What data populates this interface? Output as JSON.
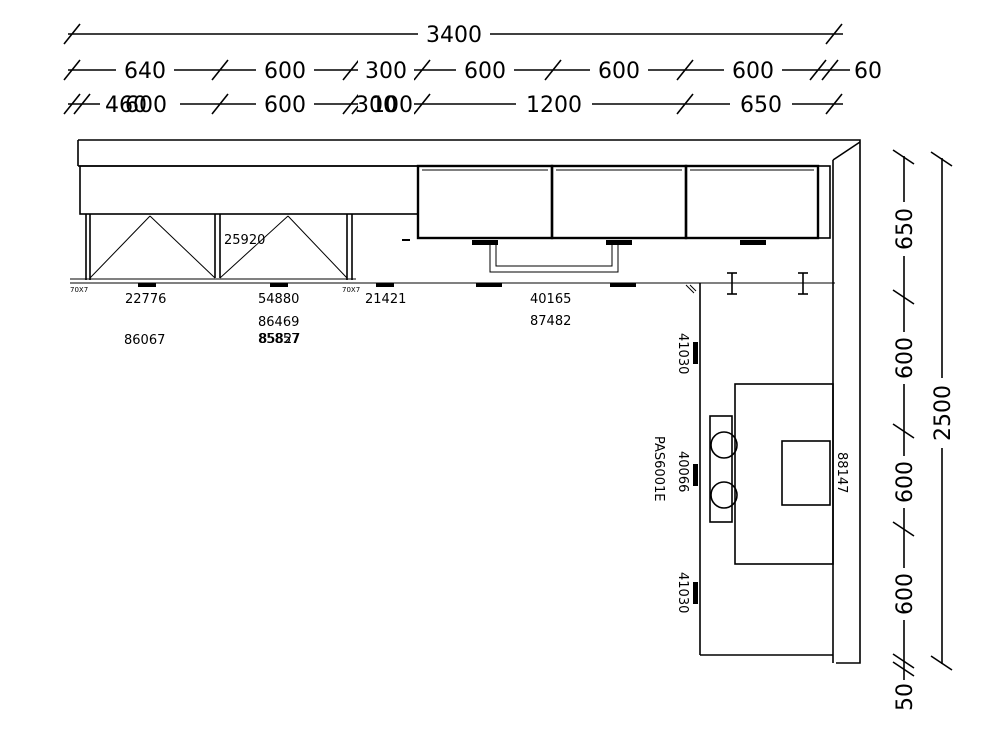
{
  "plan": {
    "top_dims": {
      "total": "3400",
      "row2": [
        "640",
        "600",
        "300",
        "600",
        "600",
        "600",
        "60"
      ],
      "row3_a": "460",
      "row3_b": "600",
      "row3": [
        "600",
        "300",
        "100",
        "1200",
        "650"
      ]
    },
    "right_dims": {
      "total": "2500",
      "segments": [
        "650",
        "600",
        "600",
        "600",
        "50"
      ]
    },
    "codes": {
      "c25920": "25920",
      "c22776": "22776",
      "c54880": "54880",
      "c86469": "86469",
      "c85857": "85857",
      "c85827": "85827",
      "c86067": "86067",
      "c21421": "21421",
      "c40165": "40165",
      "c87482": "87482",
      "c41030a": "41030",
      "c40066": "40066",
      "c41030b": "41030",
      "c88147": "88147",
      "pas": "PAS6001E",
      "small1": "70X7",
      "small2": "70X7"
    }
  }
}
